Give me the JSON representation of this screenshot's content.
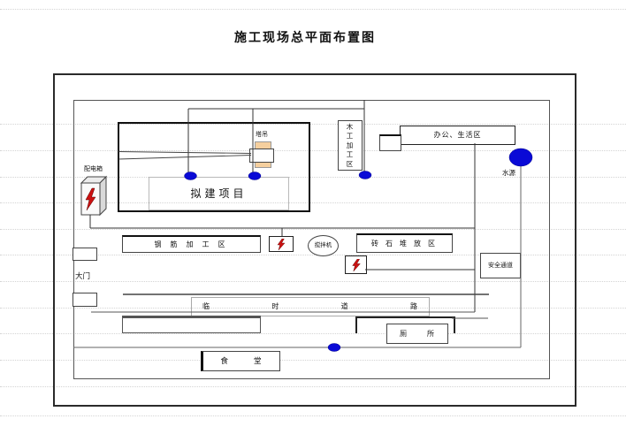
{
  "page": {
    "title": "施工现场总平面布置图"
  },
  "diagram": {
    "areas": {
      "proposed_project": "拟建项目",
      "tower_crane": "塔吊",
      "distribution_box": "配电箱",
      "woodworking_chars": [
        "木",
        "工",
        "加",
        "工",
        "区"
      ],
      "office_living_area": "办公、生活区",
      "water_source": "水源",
      "rebar_processing_area": "钢 筋 加 工 区",
      "mixer": "搅拌机",
      "masonry_storage_area": "砖 石 堆 放 区",
      "safety_passage": "安全通道",
      "main_gate": "大门",
      "temporary_road_chars": [
        "临",
        "时",
        "道",
        "路"
      ],
      "toilet_chars": [
        "厕",
        "所"
      ],
      "canteen_chars": [
        "食",
        "堂"
      ]
    },
    "colors": {
      "marker_blue": "#0a0ad6",
      "crane_body_tan": "#f5cf9e",
      "lightning_red": "#cc1111"
    }
  }
}
